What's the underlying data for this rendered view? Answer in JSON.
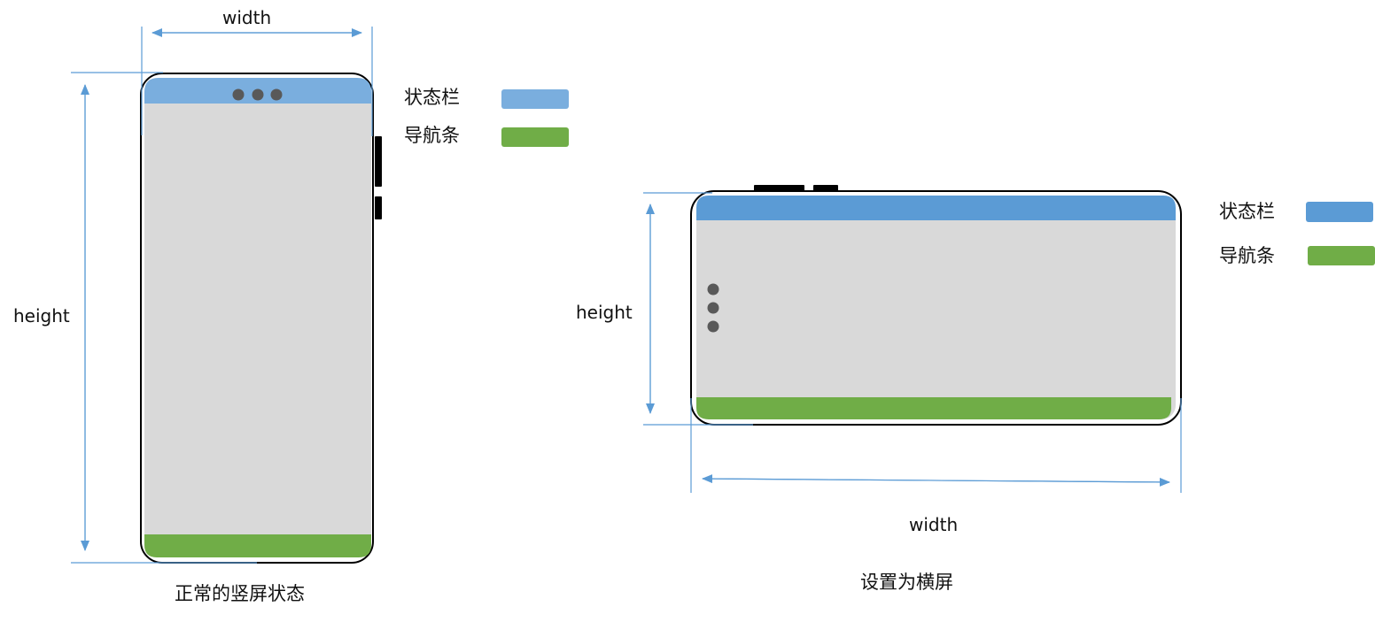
{
  "portrait": {
    "width_label": "width",
    "height_label": "height",
    "caption": "正常的竖屏状态",
    "legend": {
      "status_bar_label": "状态栏",
      "nav_bar_label": "导航条"
    }
  },
  "landscape": {
    "width_label": "width",
    "height_label": "height",
    "caption": "设置为横屏",
    "legend": {
      "status_bar_label": "状态栏",
      "nav_bar_label": "导航条"
    }
  },
  "colors": {
    "status_bar": "#7aaede",
    "status_bar_landscape": "#5b9bd5",
    "nav_bar": "#70ad47",
    "screen": "#d9d9d9",
    "dimension_line": "#5b9bd5",
    "phone_outline": "#000000",
    "camera_dot": "#595959"
  }
}
